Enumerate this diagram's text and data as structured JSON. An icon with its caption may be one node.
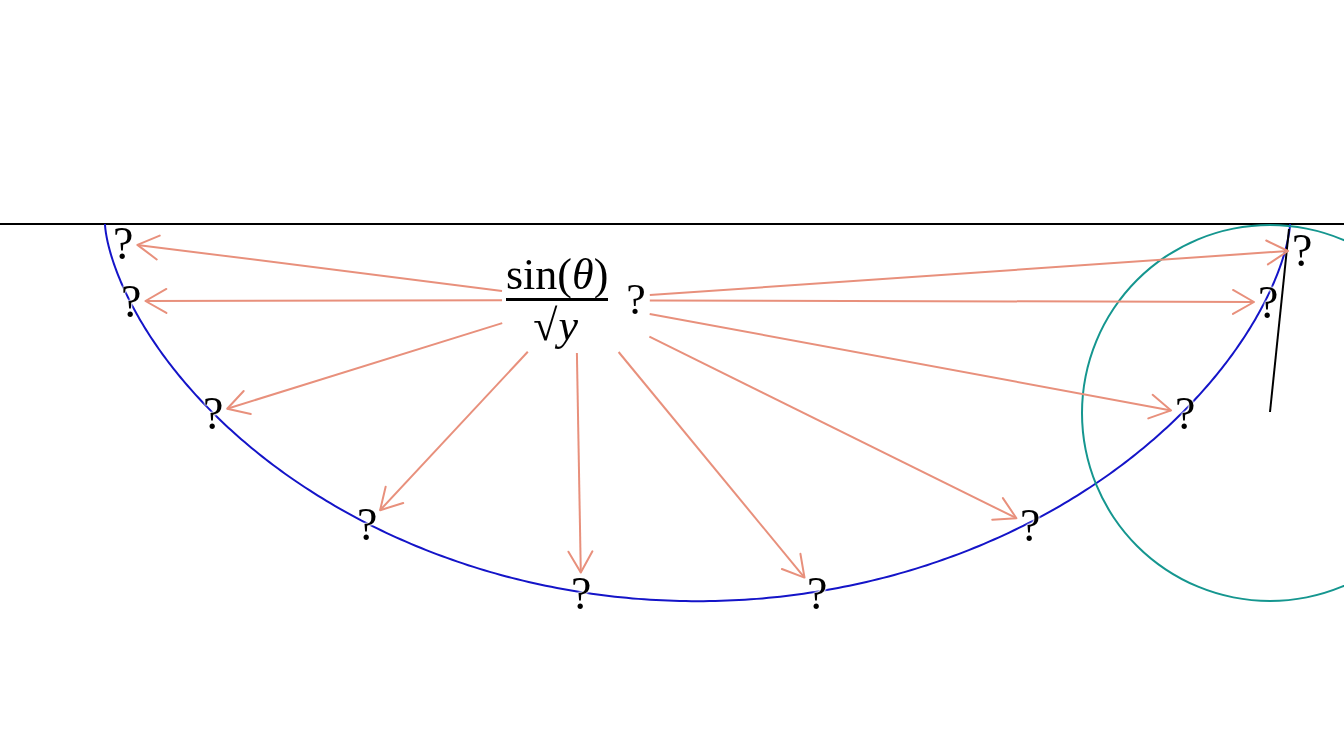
{
  "diagram": {
    "nodes": [
      {
        "text": [
          "sin(*θ*)",
          "√*y*",
          "?"
        ]
      },
      {
        "text": [
          "?"
        ]
      },
      {
        "text": [
          "?"
        ]
      },
      {
        "text": [
          "?"
        ]
      },
      {
        "text": [
          "?"
        ]
      },
      {
        "text": [
          "?"
        ]
      },
      {
        "text": [
          "?"
        ]
      },
      {
        "text": [
          "?"
        ]
      },
      {
        "text": [
          "?"
        ]
      },
      {
        "text": [
          "?"
        ]
      },
      {
        "text": [
          "?"
        ]
      }
    ],
    "edges": [
      {
        "from": 0,
        "to": 1,
        "arrow": "to"
      },
      {
        "from": 0,
        "to": 2,
        "arrow": "to"
      },
      {
        "from": 0,
        "to": 3,
        "arrow": "to"
      },
      {
        "from": 0,
        "to": 4,
        "arrow": "to"
      },
      {
        "from": 0,
        "to": 5,
        "arrow": "to"
      },
      {
        "from": 0,
        "to": 6,
        "arrow": "to"
      },
      {
        "from": 0,
        "to": 7,
        "arrow": "to"
      },
      {
        "from": 0,
        "to": 8,
        "arrow": "to"
      },
      {
        "from": 0,
        "to": 9,
        "arrow": "to"
      },
      {
        "from": 0,
        "to": 10,
        "arrow": "to"
      }
    ]
  }
}
